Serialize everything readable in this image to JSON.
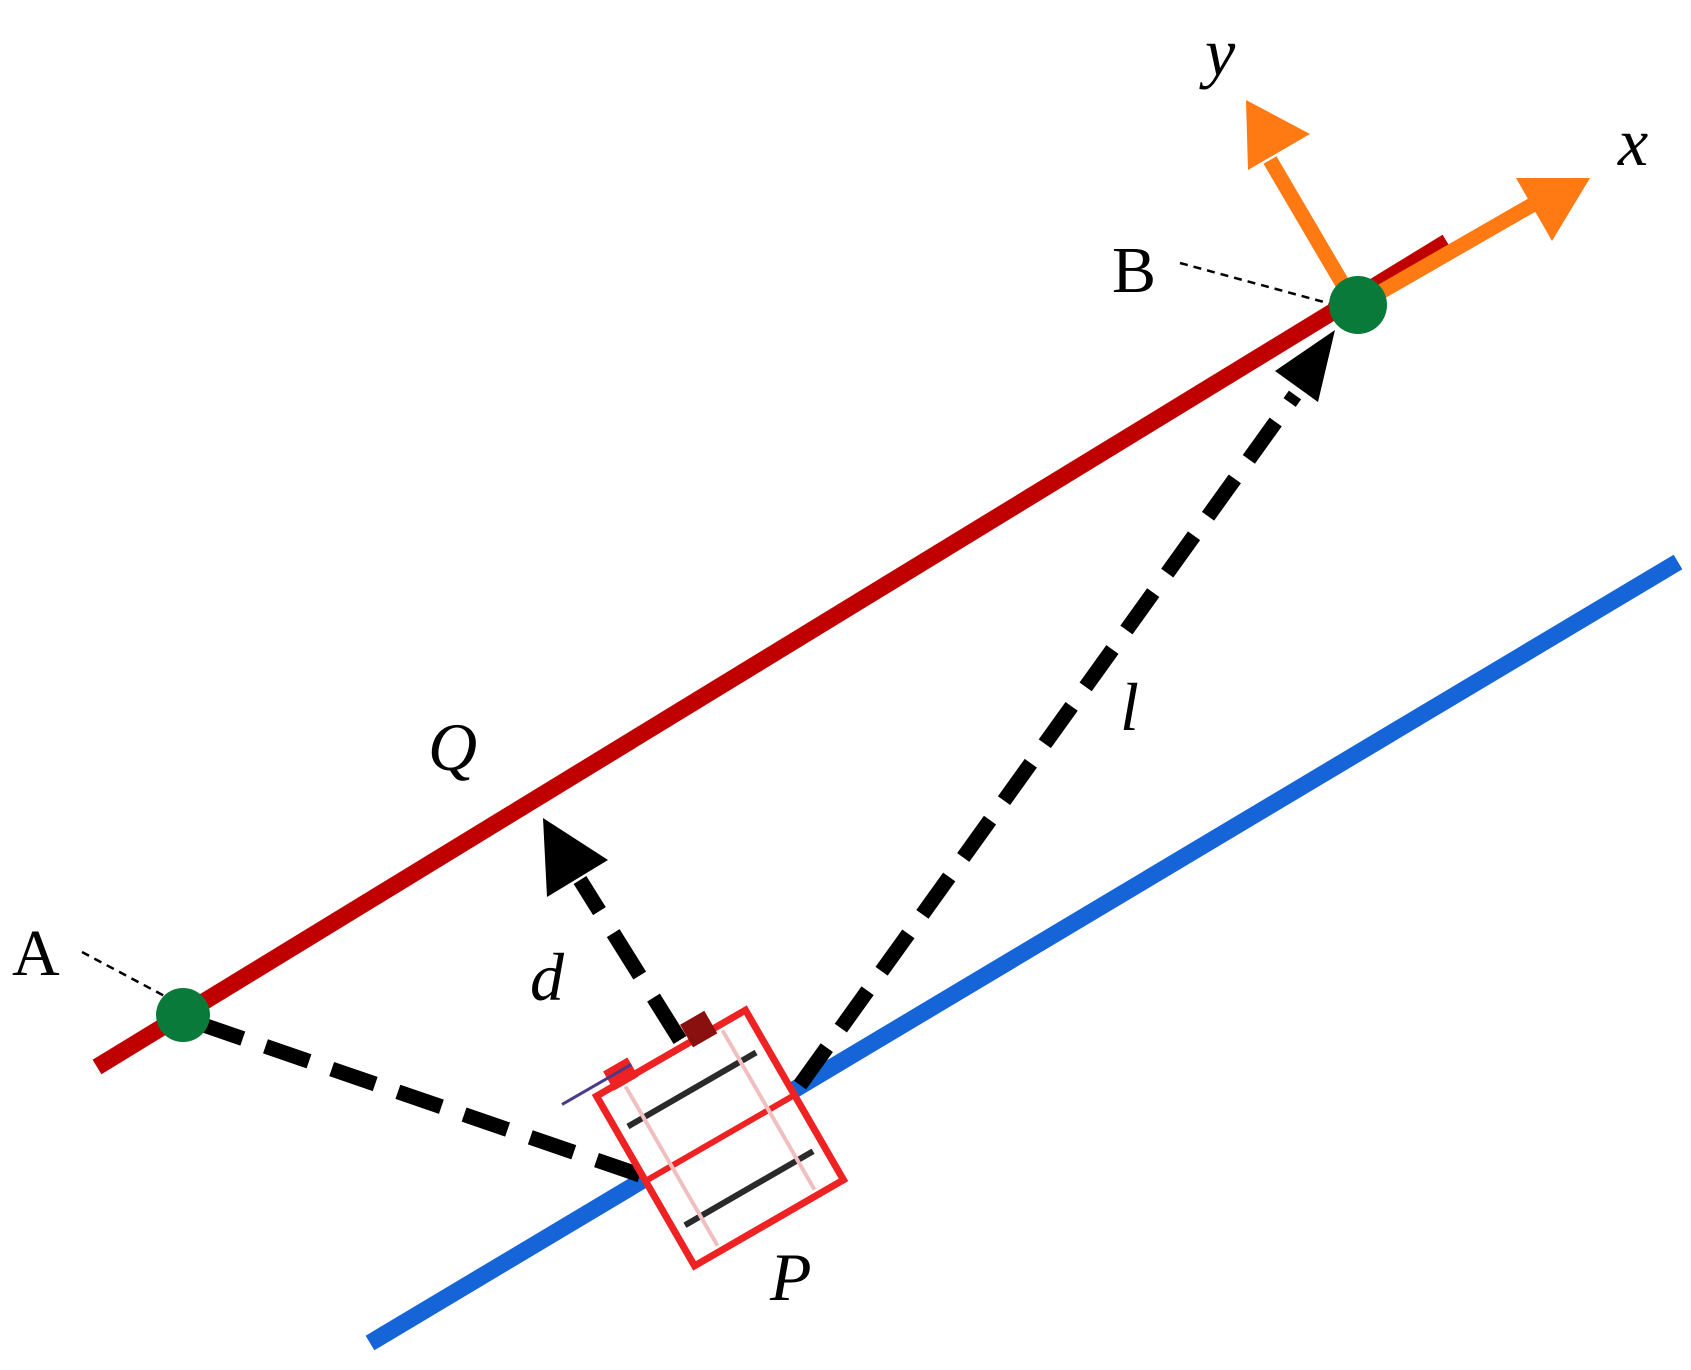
{
  "diagram": {
    "points": {
      "A": "A",
      "B": "B",
      "P": "P",
      "Q": "Q"
    },
    "vectors": {
      "d": "d",
      "l": "l"
    },
    "axes": {
      "x": "x",
      "y": "y"
    },
    "colors": {
      "target_line": "#c00000",
      "robot_path": "#1565d8",
      "axis_arrows": "#ff7a12",
      "waypoints": "#0a7a3a",
      "vector_dashes": "#000000",
      "robot_frame": "#ee2222"
    }
  }
}
